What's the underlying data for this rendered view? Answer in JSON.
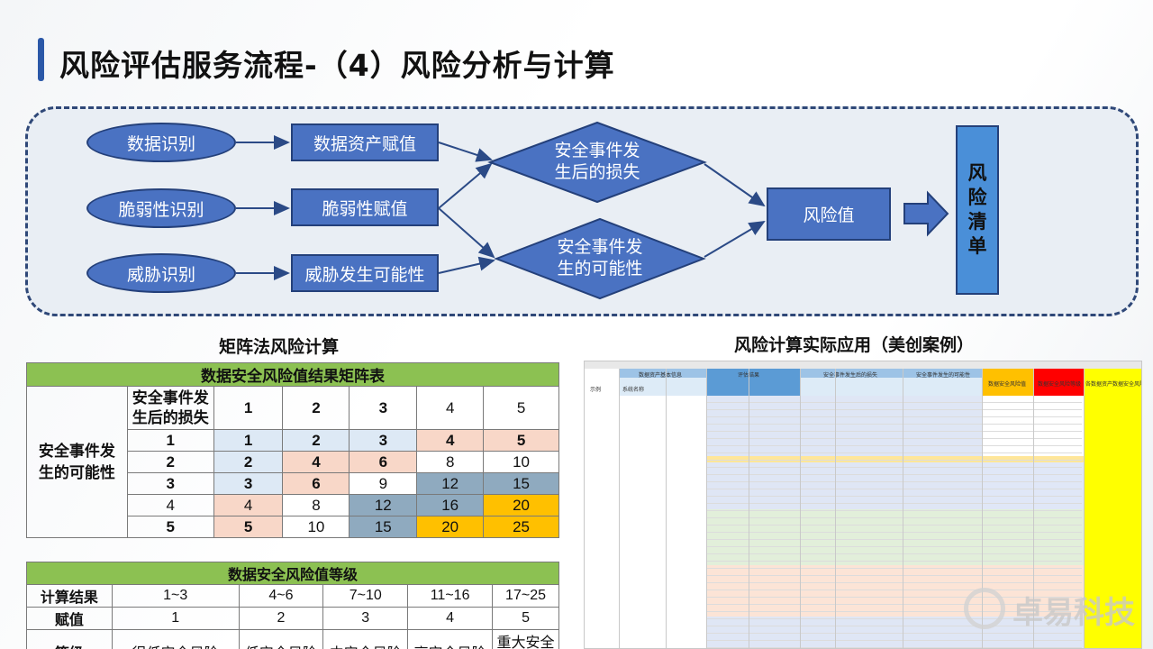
{
  "title": "风险评估服务流程-（4）风险分析与计算",
  "flow": {
    "inputs": [
      "数据识别",
      "脆弱性识别",
      "威胁识别"
    ],
    "assignments": [
      "数据资产赋值",
      "脆弱性赋值",
      "威胁发生可能性"
    ],
    "loss": "安全事件发生后的损失",
    "loss_lines": [
      "安全事件发",
      "生后的损失"
    ],
    "likelihood_lines": [
      "安全事件发",
      "生的可能性"
    ],
    "risk_value": "风险值",
    "risk_list_chars": [
      "风",
      "险",
      "清",
      "单"
    ]
  },
  "left_section_title": "矩阵法风险计算",
  "right_section_title": "风险计算实际应用（美创案例）",
  "matrix": {
    "header": "数据安全风险值结果矩阵表",
    "row_axis_label": "安全事件发生的可能性",
    "col_axis_label": "安全事件发生后的损失",
    "col_values": [
      "1",
      "2",
      "3",
      "4",
      "5"
    ],
    "rows": [
      {
        "label": "1",
        "cells": [
          "1",
          "2",
          "3",
          "4",
          "5"
        ]
      },
      {
        "label": "2",
        "cells": [
          "2",
          "4",
          "6",
          "8",
          "10"
        ]
      },
      {
        "label": "3",
        "cells": [
          "3",
          "6",
          "9",
          "12",
          "15"
        ]
      },
      {
        "label": "4",
        "cells": [
          "4",
          "8",
          "12",
          "16",
          "20"
        ]
      },
      {
        "label": "5",
        "cells": [
          "5",
          "10",
          "15",
          "20",
          "25"
        ]
      }
    ],
    "colors": {
      "low": "#dde9f5",
      "mid": "#f8d7c8",
      "high": "#8faabf",
      "top": "#ffc000"
    }
  },
  "levels": {
    "header": "数据安全风险值等级",
    "row_labels": [
      "计算结果",
      "赋值",
      "等级"
    ],
    "ranges": [
      "1~3",
      "4~6",
      "7~10",
      "11~16",
      "17~25"
    ],
    "values": [
      "1",
      "2",
      "3",
      "4",
      "5"
    ],
    "grades": [
      "很低安全风险",
      "低安全风险",
      "中安全风险",
      "高安全风险",
      "重大安全风险"
    ]
  },
  "case_table": {
    "group_headers": [
      "数据资产基本信息",
      "评估结果",
      "安全事件发生后的损失",
      "安全事件发生的可能性",
      "数据安全风险值",
      "数据安全风险等级",
      "各数据资产数据安全风险等级"
    ],
    "first_col": [
      "示例",
      "系统名称"
    ]
  },
  "watermark": "卓易科技"
}
